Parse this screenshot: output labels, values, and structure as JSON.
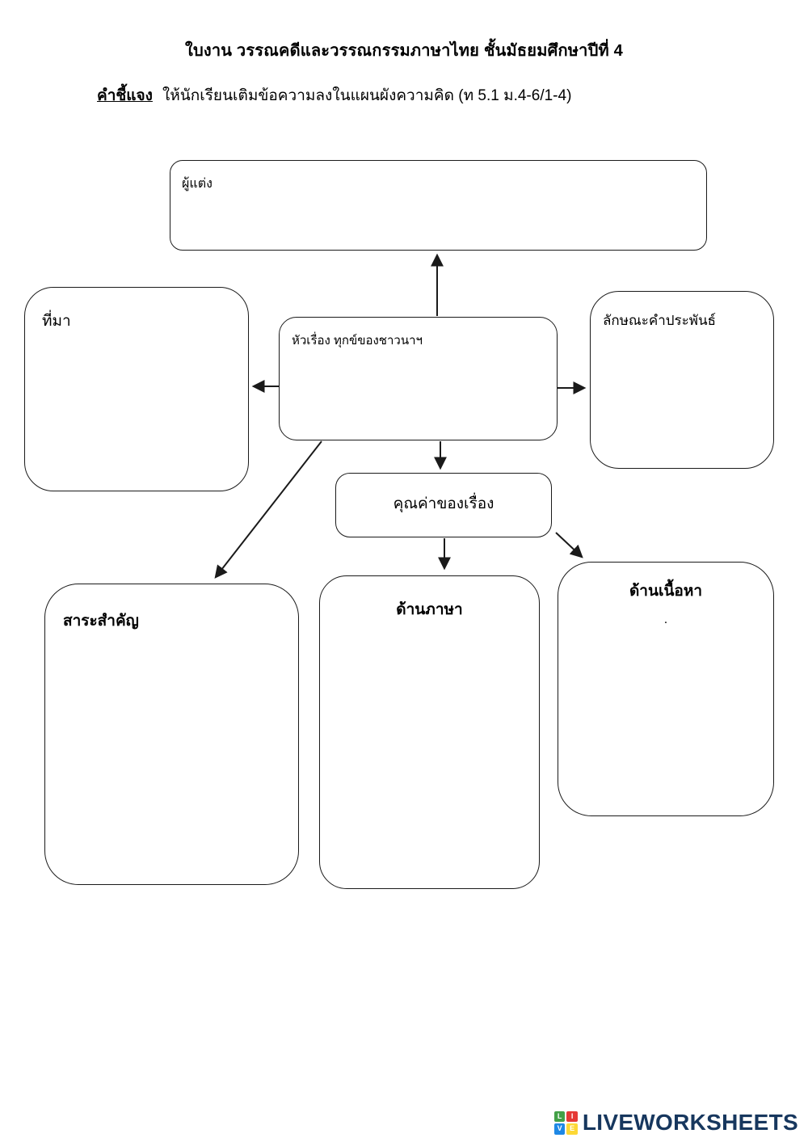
{
  "page": {
    "title": "ใบงาน วรรณคดีและวรรณกรรมภาษาไทย ชั้นมัธยมศึกษาปีที่ 4",
    "instruction": {
      "label": "คำชี้แจง",
      "text": "ให้นักเรียนเติมข้อความลงในแผนผังความคิด (ท 5.1 ม.4-6/1-4)"
    }
  },
  "diagram": {
    "author": {
      "label": "ผู้แต่ง"
    },
    "origin": {
      "label": "ที่มา"
    },
    "topic": {
      "label": "หัวเรื่อง ทุกข์ของชาวนาฯ"
    },
    "poetry_form": {
      "label": "ลักษณะคำประพันธ์"
    },
    "value": {
      "label": "คุณค่าของเรื่อง"
    },
    "summary": {
      "label": "สาระสำคัญ"
    },
    "language": {
      "label": "ด้านภาษา"
    },
    "content": {
      "label": "ด้านเนื้อหา",
      "note": "."
    }
  },
  "footer": {
    "brand": "LIVEWORKSHEETS",
    "brand_color": "#17375e",
    "logo_squares": [
      {
        "letter": "L",
        "color": "#43a047"
      },
      {
        "letter": "I",
        "color": "#e53935"
      },
      {
        "letter": "V",
        "color": "#1e88e5"
      },
      {
        "letter": "E",
        "color": "#fdd835"
      }
    ]
  }
}
